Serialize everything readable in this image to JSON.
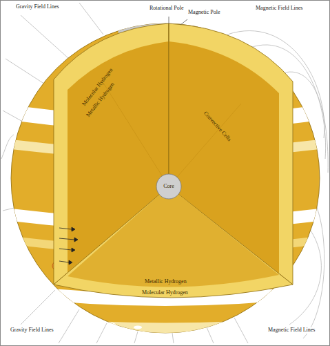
{
  "diagram": {
    "labels": [
      "Gravity Field Lines",
      "Rotational Pole",
      "Magnetic Pole",
      "Magnetic Field Lines",
      "Molecular Hydrogen",
      "Metallic Hydrogen",
      "Convective Cells",
      "Core",
      "Metallic Hydrogen",
      "Molecular Hydrogen",
      "Gravity Field Lines",
      "Magnetic Field Lines"
    ]
  }
}
